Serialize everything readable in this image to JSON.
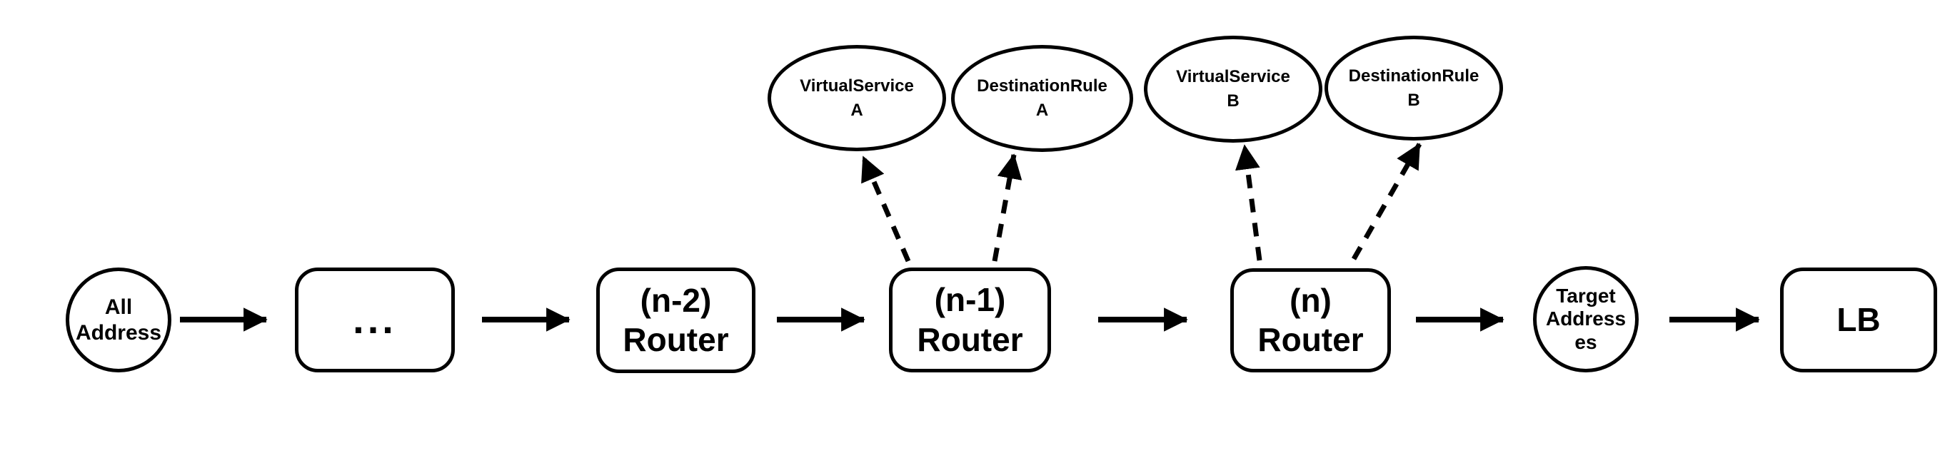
{
  "diagram": {
    "colors": {
      "background": "#ffffff",
      "line": "#000000",
      "text": "#000000"
    },
    "nodes": {
      "all_address": {
        "shape": "circle",
        "lines": [
          "All",
          "Address"
        ]
      },
      "ellipsis": {
        "shape": "rect",
        "lines": [
          "..."
        ]
      },
      "router_n2": {
        "shape": "rect",
        "lines": [
          "(n-2)",
          "Router"
        ]
      },
      "router_n1": {
        "shape": "rect",
        "lines": [
          "(n-1)",
          "Router"
        ]
      },
      "router_n": {
        "shape": "rect",
        "lines": [
          "(n)",
          "Router"
        ]
      },
      "target_addresses": {
        "shape": "circle",
        "lines": [
          "Target",
          "Address",
          "es"
        ]
      },
      "lb": {
        "shape": "rect",
        "lines": [
          "LB"
        ]
      },
      "virtualservice_a": {
        "shape": "ellipse",
        "lines": [
          "VirtualService",
          "A"
        ]
      },
      "destinationrule_a": {
        "shape": "ellipse",
        "lines": [
          "DestinationRule",
          "A"
        ]
      },
      "virtualservice_b": {
        "shape": "ellipse",
        "lines": [
          "VirtualService",
          "B"
        ]
      },
      "destinationrule_b": {
        "shape": "ellipse",
        "lines": [
          "DestinationRule",
          "B"
        ]
      }
    },
    "edges": {
      "flow": [
        "all_address -> ellipsis",
        "ellipsis -> router_n2",
        "router_n2 -> router_n1",
        "router_n1 -> router_n",
        "router_n -> target_addresses",
        "target_addresses -> lb"
      ],
      "dashed": [
        "router_n1 -> virtualservice_a",
        "router_n1 -> destinationrule_a",
        "router_n -> virtualservice_b",
        "router_n -> destinationrule_b"
      ]
    }
  }
}
